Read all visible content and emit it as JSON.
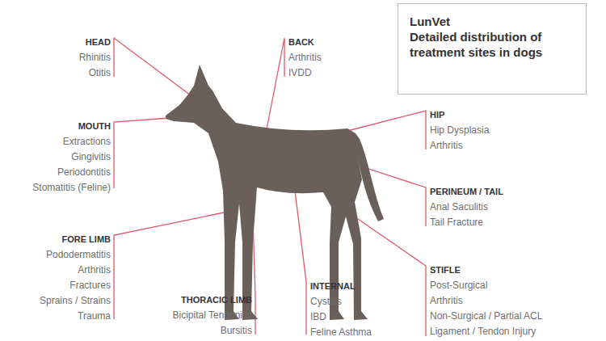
{
  "diagram": {
    "nodes": [
      {
        "text": [
          "LunVet",
          "Detailed distribution of treatment sites in dogs"
        ]
      }
    ],
    "labels": [
      "HEAD",
      "Rhinitis",
      "Otitis",
      "BACK",
      "Arthritis",
      "IVDD",
      "MOUTH",
      "Extractions",
      "Gingivitis",
      "Periodontitis",
      "Stomatitis (Feline)",
      "HIP",
      "Hip Dysplasia",
      "Arthritis",
      "PERINEUM / TAIL",
      "Anal Saculitis",
      "Tail Fracture",
      "FORE LIMB",
      "Pododermatitis",
      "Arthritis",
      "Fractures",
      "Sprains / Strains",
      "Trauma",
      "THORACIC LIMB",
      "Bicipital Tendonitis",
      "Bursitis",
      "INTERNAL",
      "Cystitis",
      "IBD",
      "Feline Asthma",
      "STIFLE",
      "Post-Surgical",
      "Arthritis",
      "Non-Surgical / Partial ACL",
      "Ligament / Tendon Injury"
    ]
  }
}
